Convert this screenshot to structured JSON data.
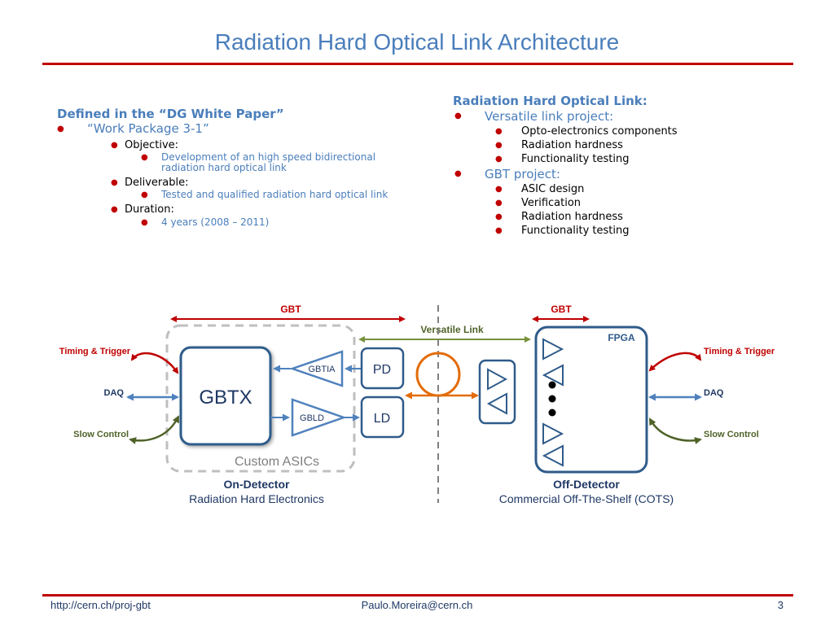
{
  "title": "Radiation Hard Optical Link Architecture",
  "left": {
    "heading": "Defined in the “DG White Paper”",
    "wp": "“Work Package 3-1”",
    "objective": "Objective:",
    "objective_desc_1": "Development of an high speed bidirectional",
    "objective_desc_2": "radiation hard optical link",
    "deliverable": "Deliverable:",
    "deliverable_desc": "Tested and qualified radiation hard optical link",
    "duration": "Duration:",
    "duration_desc": "4 years (2008 – 2011)"
  },
  "right": {
    "heading": "Radiation Hard Optical Link:",
    "versatile": "Versatile link project:",
    "versatile_items": [
      "Opto-electronics components",
      "Radiation hardness",
      "Functionality testing"
    ],
    "gbt": "GBT project:",
    "gbt_items": [
      "ASIC design",
      "Verification",
      "Radiation hardness",
      "Functionality testing"
    ]
  },
  "diagram": {
    "gbt_left": "GBT",
    "gbt_right": "GBT",
    "versatile_link": "Versatile Link",
    "fpga": "FPGA",
    "timing_trigger_left": "Timing & Trigger",
    "daq_left": "DAQ",
    "slow_control_left": "Slow Control",
    "timing_trigger_right": "Timing & Trigger",
    "daq_right": "DAQ",
    "slow_control_right": "Slow Control",
    "gbtx": "GBTX",
    "gbtia": "GBTIA",
    "gbld": "GBLD",
    "pd": "PD",
    "ld": "LD",
    "custom_asics": "Custom ASICs",
    "on_detector": "On-Detector",
    "on_detector_sub": "Radiation Hard Electronics",
    "off_detector": "Off-Detector",
    "off_detector_sub": "Commercial Off-The-Shelf (COTS)"
  },
  "colors": {
    "title_blue": "#4a7ebb",
    "rule_red": "#c00000",
    "box_blue": "#2f5b8a",
    "arrow_blue": "#4f81bd",
    "green": "#4f6228",
    "olive": "#76923c",
    "orange": "#e36c09"
  },
  "footer": {
    "url": "http://cern.ch/proj-gbt",
    "email": "Paulo.Moreira@cern.ch",
    "page": "3"
  }
}
